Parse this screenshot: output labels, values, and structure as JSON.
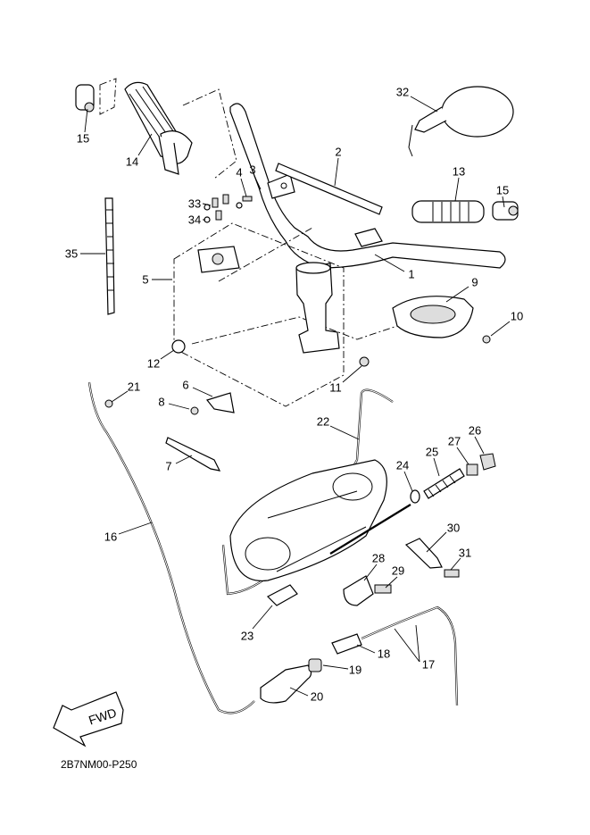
{
  "diagram": {
    "code": "2B7NM00-P250",
    "fwd_label": "FWD",
    "callouts": [
      "1",
      "2",
      "3",
      "4",
      "5",
      "6",
      "7",
      "8",
      "9",
      "10",
      "11",
      "12",
      "13",
      "14",
      "15",
      "15",
      "16",
      "17",
      "18",
      "19",
      "20",
      "21",
      "22",
      "23",
      "24",
      "25",
      "26",
      "27",
      "28",
      "29",
      "30",
      "31",
      "32",
      "33",
      "34",
      "35"
    ]
  }
}
